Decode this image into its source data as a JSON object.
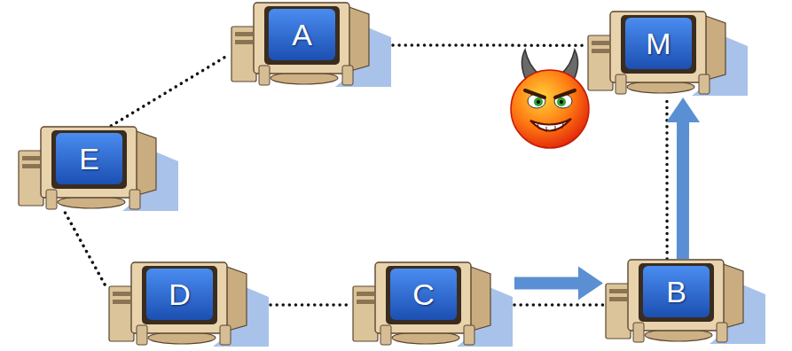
{
  "diagram": {
    "nodes": [
      {
        "text": [
          "A"
        ]
      },
      {
        "text": [
          "M"
        ]
      },
      {
        "text": [
          "E"
        ]
      },
      {
        "text": [
          "D"
        ]
      },
      {
        "text": [
          "C"
        ]
      },
      {
        "text": [
          "B"
        ]
      }
    ],
    "edges": [
      {
        "from": 2,
        "to": 0,
        "arrow": "none"
      },
      {
        "from": 0,
        "to": 1,
        "arrow": "none"
      },
      {
        "from": 2,
        "to": 3,
        "arrow": "none"
      },
      {
        "from": 3,
        "to": 4,
        "arrow": "none"
      },
      {
        "from": 4,
        "to": 5,
        "arrow": "none"
      },
      {
        "from": 5,
        "to": 1,
        "arrow": "none"
      },
      {
        "from": 4,
        "to": 5,
        "arrow": "to"
      },
      {
        "from": 5,
        "to": 1,
        "arrow": "to"
      }
    ]
  }
}
